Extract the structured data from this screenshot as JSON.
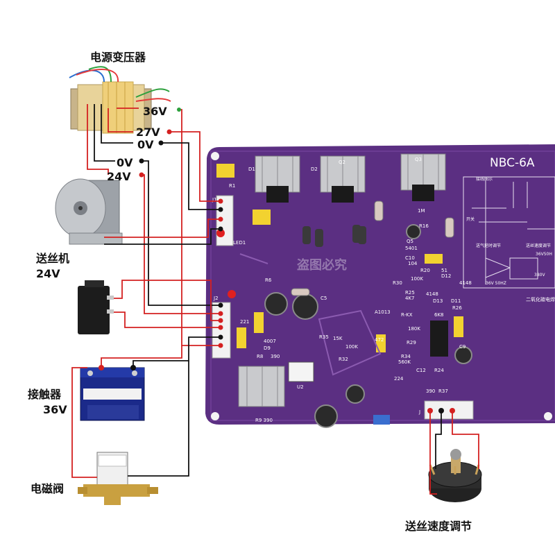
{
  "labels": {
    "transformer": "电源变压器",
    "v36": "36V",
    "v27": "27V",
    "v0a": "0V",
    "v0b": "0V",
    "v24": "24V",
    "motor": "送丝机",
    "motor_v": "24V",
    "contactor": "接触器",
    "contactor_v": "36V",
    "valve": "电磁阀",
    "speed": "送丝速度调节"
  },
  "pcb": {
    "model": "NBC-6A",
    "watermark": "盗图必究",
    "silk": {
      "d1": "D1",
      "d2": "D2",
      "q2": "Q2",
      "q3": "Q3",
      "r1": "R1",
      "led1": "LED1",
      "j1": "J1",
      "j2": "J2",
      "r6": "R6",
      "c5": "C5",
      "r8": "R8",
      "d9": "D9",
      "r9": "R9 390",
      "r35": "R35",
      "r32": "R32",
      "r16": "R16",
      "r20": "R20",
      "r30": "R30",
      "r25": "R25",
      "d12": "D12",
      "d13": "D13",
      "d11": "D11",
      "r26": "R26",
      "r29": "R29",
      "r34": "R34",
      "c12": "C12",
      "r24": "R24",
      "r37": "R37",
      "u2": "U2",
      "c10": "C10",
      "v4148a": "4148",
      "v4148b": "4148",
      "v100k": "100K",
      "v1m": "1M",
      "v15k": "15K",
      "v100k2": "100K",
      "v560k": "560K",
      "v180k": "180K",
      "v6k8": "6K8",
      "v4007": "4007",
      "v4k7": "4K7",
      "a1013": "A1013",
      "v390": "390",
      "r8val": "390",
      "v224": "224",
      "c9": "C9",
      "v5401": "5401",
      "q5": "Q5",
      "v104": "104",
      "v51": "51",
      "v472": "472",
      "v221": "221",
      "rkx": "R-KX",
      "v36v50hz": "36V 50HZ",
      "j_label": "J"
    },
    "schematic": {
      "title1": "接线图示",
      "title2": "送气延时调节",
      "title3": "送丝速度调节",
      "switch": "开关",
      "v36v50": "36V50H",
      "v380": "380V",
      "rect": "二氧化碳电焊机"
    }
  },
  "colors": {
    "pcb": "#5b2f82",
    "pcb_dark": "#4a2470",
    "wire_red": "#d42020",
    "wire_black": "#111111"
  }
}
